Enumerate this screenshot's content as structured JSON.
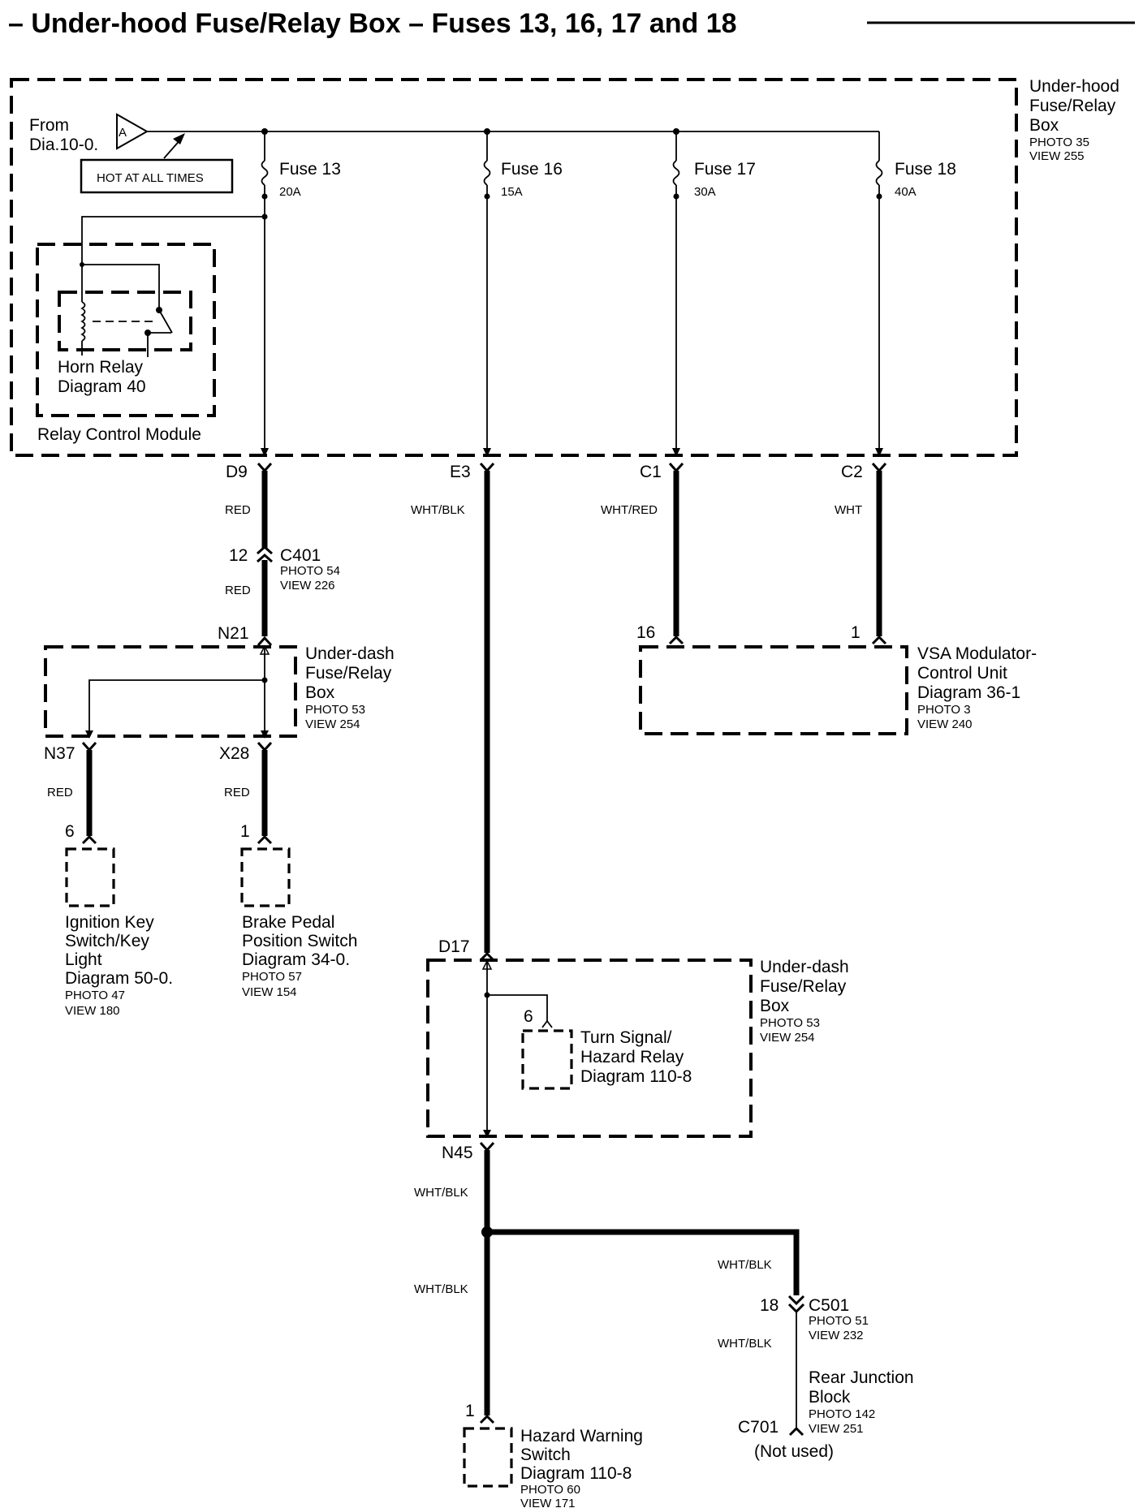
{
  "title": "– Under-hood Fuse/Relay Box – Fuses 13, 16, 17 and 18",
  "underhood_box": {
    "name_l1": "Under-hood",
    "name_l2": "Fuse/Relay",
    "name_l3": "Box",
    "photo": "PHOTO 35",
    "view": "VIEW 255"
  },
  "source": {
    "from_l1": "From",
    "from_l2": "Dia.10-0.",
    "connector_letter": "A",
    "hot_label": "HOT AT ALL TIMES"
  },
  "fuses": [
    {
      "name": "Fuse 13",
      "rating": "20A"
    },
    {
      "name": "Fuse 16",
      "rating": "15A"
    },
    {
      "name": "Fuse 17",
      "rating": "30A"
    },
    {
      "name": "Fuse 18",
      "rating": "40A"
    }
  ],
  "horn_relay": {
    "name_l1": "Horn Relay",
    "name_l2": "Diagram 40"
  },
  "relay_control_module": "Relay Control Module",
  "terminals": {
    "d9": "D9",
    "e3": "E3",
    "c1": "C1",
    "c2": "C2",
    "n21": "N21",
    "n37": "N37",
    "x28": "X28",
    "d17": "D17",
    "n45": "N45",
    "c701": "C701"
  },
  "wire_colors": {
    "red": "RED",
    "wht_blk": "WHT/BLK",
    "wht_red": "WHT/RED",
    "wht": "WHT"
  },
  "c401": {
    "pin": "12",
    "name": "C401",
    "photo": "PHOTO 54",
    "view": "VIEW 226"
  },
  "underdash_box_1": {
    "name_l1": "Under-dash",
    "name_l2": "Fuse/Relay",
    "name_l3": "Box",
    "photo": "PHOTO 53",
    "view": "VIEW 254"
  },
  "vsa": {
    "pin_a": "16",
    "pin_b": "1",
    "name_l1": "VSA Modulator-",
    "name_l2": "Control Unit",
    "name_l3": "Diagram 36-1",
    "photo": "PHOTO 3",
    "view": "VIEW 240"
  },
  "ignition_switch": {
    "pin": "6",
    "name_l1": "Ignition Key",
    "name_l2": "Switch/Key",
    "name_l3": "Light",
    "name_l4": "Diagram 50-0.",
    "photo": "PHOTO 47",
    "view": "VIEW 180"
  },
  "brake_switch": {
    "pin": "1",
    "name_l1": "Brake Pedal",
    "name_l2": "Position Switch",
    "name_l3": "Diagram 34-0.",
    "photo": "PHOTO 57",
    "view": "VIEW 154"
  },
  "underdash_box_2": {
    "name_l1": "Under-dash",
    "name_l2": "Fuse/Relay",
    "name_l3": "Box",
    "photo": "PHOTO 53",
    "view": "VIEW 254"
  },
  "turn_relay": {
    "pin": "6",
    "name_l1": "Turn Signal/",
    "name_l2": "Hazard Relay",
    "name_l3": "Diagram 110-8"
  },
  "c501": {
    "pin": "18",
    "name": "C501",
    "photo": "PHOTO 51",
    "view": "VIEW 232"
  },
  "rear_junction": {
    "name_l1": "Rear Junction",
    "name_l2": "Block",
    "photo": "PHOTO 142",
    "view": "VIEW 251",
    "not_used": "(Not used)"
  },
  "hazard_switch": {
    "pin": "1",
    "name_l1": "Hazard Warning",
    "name_l2": "Switch",
    "name_l3": "Diagram 110-8",
    "photo": "PHOTO 60",
    "view": "VIEW 171"
  }
}
